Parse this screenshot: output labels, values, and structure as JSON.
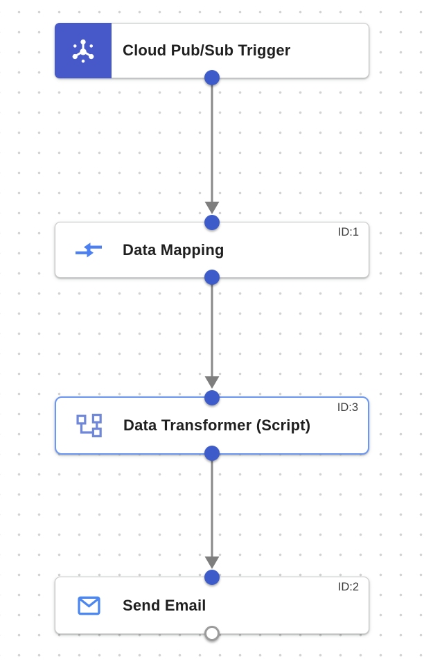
{
  "canvas": {
    "dot_color": "#d2d2d2",
    "edge_color": "#898989",
    "arrowhead_color": "#7e7e7e",
    "port_color": "#3d5cca",
    "selected_border_color": "#6b97f2",
    "trigger_block_color": "#4758c9"
  },
  "nodes": [
    {
      "label": "Cloud Pub/Sub Trigger",
      "id_label": "",
      "type": "trigger",
      "icon": "pubsub-icon",
      "selected": false,
      "ports": {
        "in": false,
        "out": "connected"
      }
    },
    {
      "label": "Data Mapping",
      "id_label": "ID:1",
      "type": "task",
      "icon": "data-mapping-icon",
      "selected": false,
      "ports": {
        "in": true,
        "out": "connected"
      }
    },
    {
      "label": "Data Transformer (Script)",
      "id_label": "ID:3",
      "type": "task",
      "icon": "data-transformer-icon",
      "selected": true,
      "ports": {
        "in": true,
        "out": "connected"
      }
    },
    {
      "label": "Send Email",
      "id_label": "ID:2",
      "type": "task",
      "icon": "send-email-icon",
      "selected": false,
      "ports": {
        "in": true,
        "out": "open"
      }
    }
  ],
  "edges": [
    {
      "from": "Cloud Pub/Sub Trigger",
      "to": "Data Mapping"
    },
    {
      "from": "Data Mapping",
      "to": "Data Transformer (Script)"
    },
    {
      "from": "Data Transformer (Script)",
      "to": "Send Email"
    }
  ]
}
